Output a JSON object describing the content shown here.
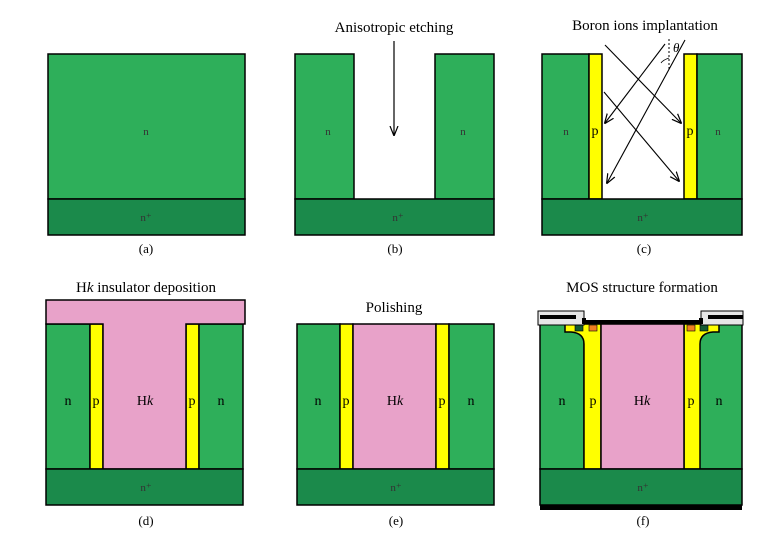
{
  "colors": {
    "n_region": "#2eaf5a",
    "n_plus_region": "#1b8a4b",
    "p_region": "#ffff00",
    "hk_insulator": "#e8a2c9",
    "oxide": "#e6e6e6",
    "metal": "#000000",
    "source_contact": "#f07f21",
    "gate_dark": "#145a32"
  },
  "panels": {
    "a": {
      "caption": "(a)",
      "n": "n",
      "n_plus": "n⁺"
    },
    "b": {
      "caption": "(b)",
      "title": "Anisotropic etching",
      "n_left": "n",
      "n_right": "n",
      "n_plus": "n⁺"
    },
    "c": {
      "caption": "(c)",
      "title": "Boron ions implantation",
      "angle": "θ",
      "n_left": "n",
      "p_left": "p",
      "p_right": "p",
      "n_right": "n",
      "n_plus": "n⁺"
    },
    "d": {
      "caption": "(d)",
      "title_prefix": "H",
      "title_italic": "k",
      "title_suffix": " insulator deposition",
      "n_left": "n",
      "p_left": "p",
      "hk_H": "H",
      "hk_k": "k",
      "p_right": "p",
      "n_right": "n",
      "n_plus": "n⁺"
    },
    "e": {
      "caption": "(e)",
      "title": "Polishing",
      "n_left": "n",
      "p_left": "p",
      "hk_H": "H",
      "hk_k": "k",
      "p_right": "p",
      "n_right": "n",
      "n_plus": "n⁺"
    },
    "f": {
      "caption": "(f)",
      "title": "MOS structure formation",
      "n_left": "n",
      "p_left": "p",
      "hk_H": "H",
      "hk_k": "k",
      "p_right": "p",
      "n_right": "n",
      "n_plus": "n⁺"
    }
  }
}
